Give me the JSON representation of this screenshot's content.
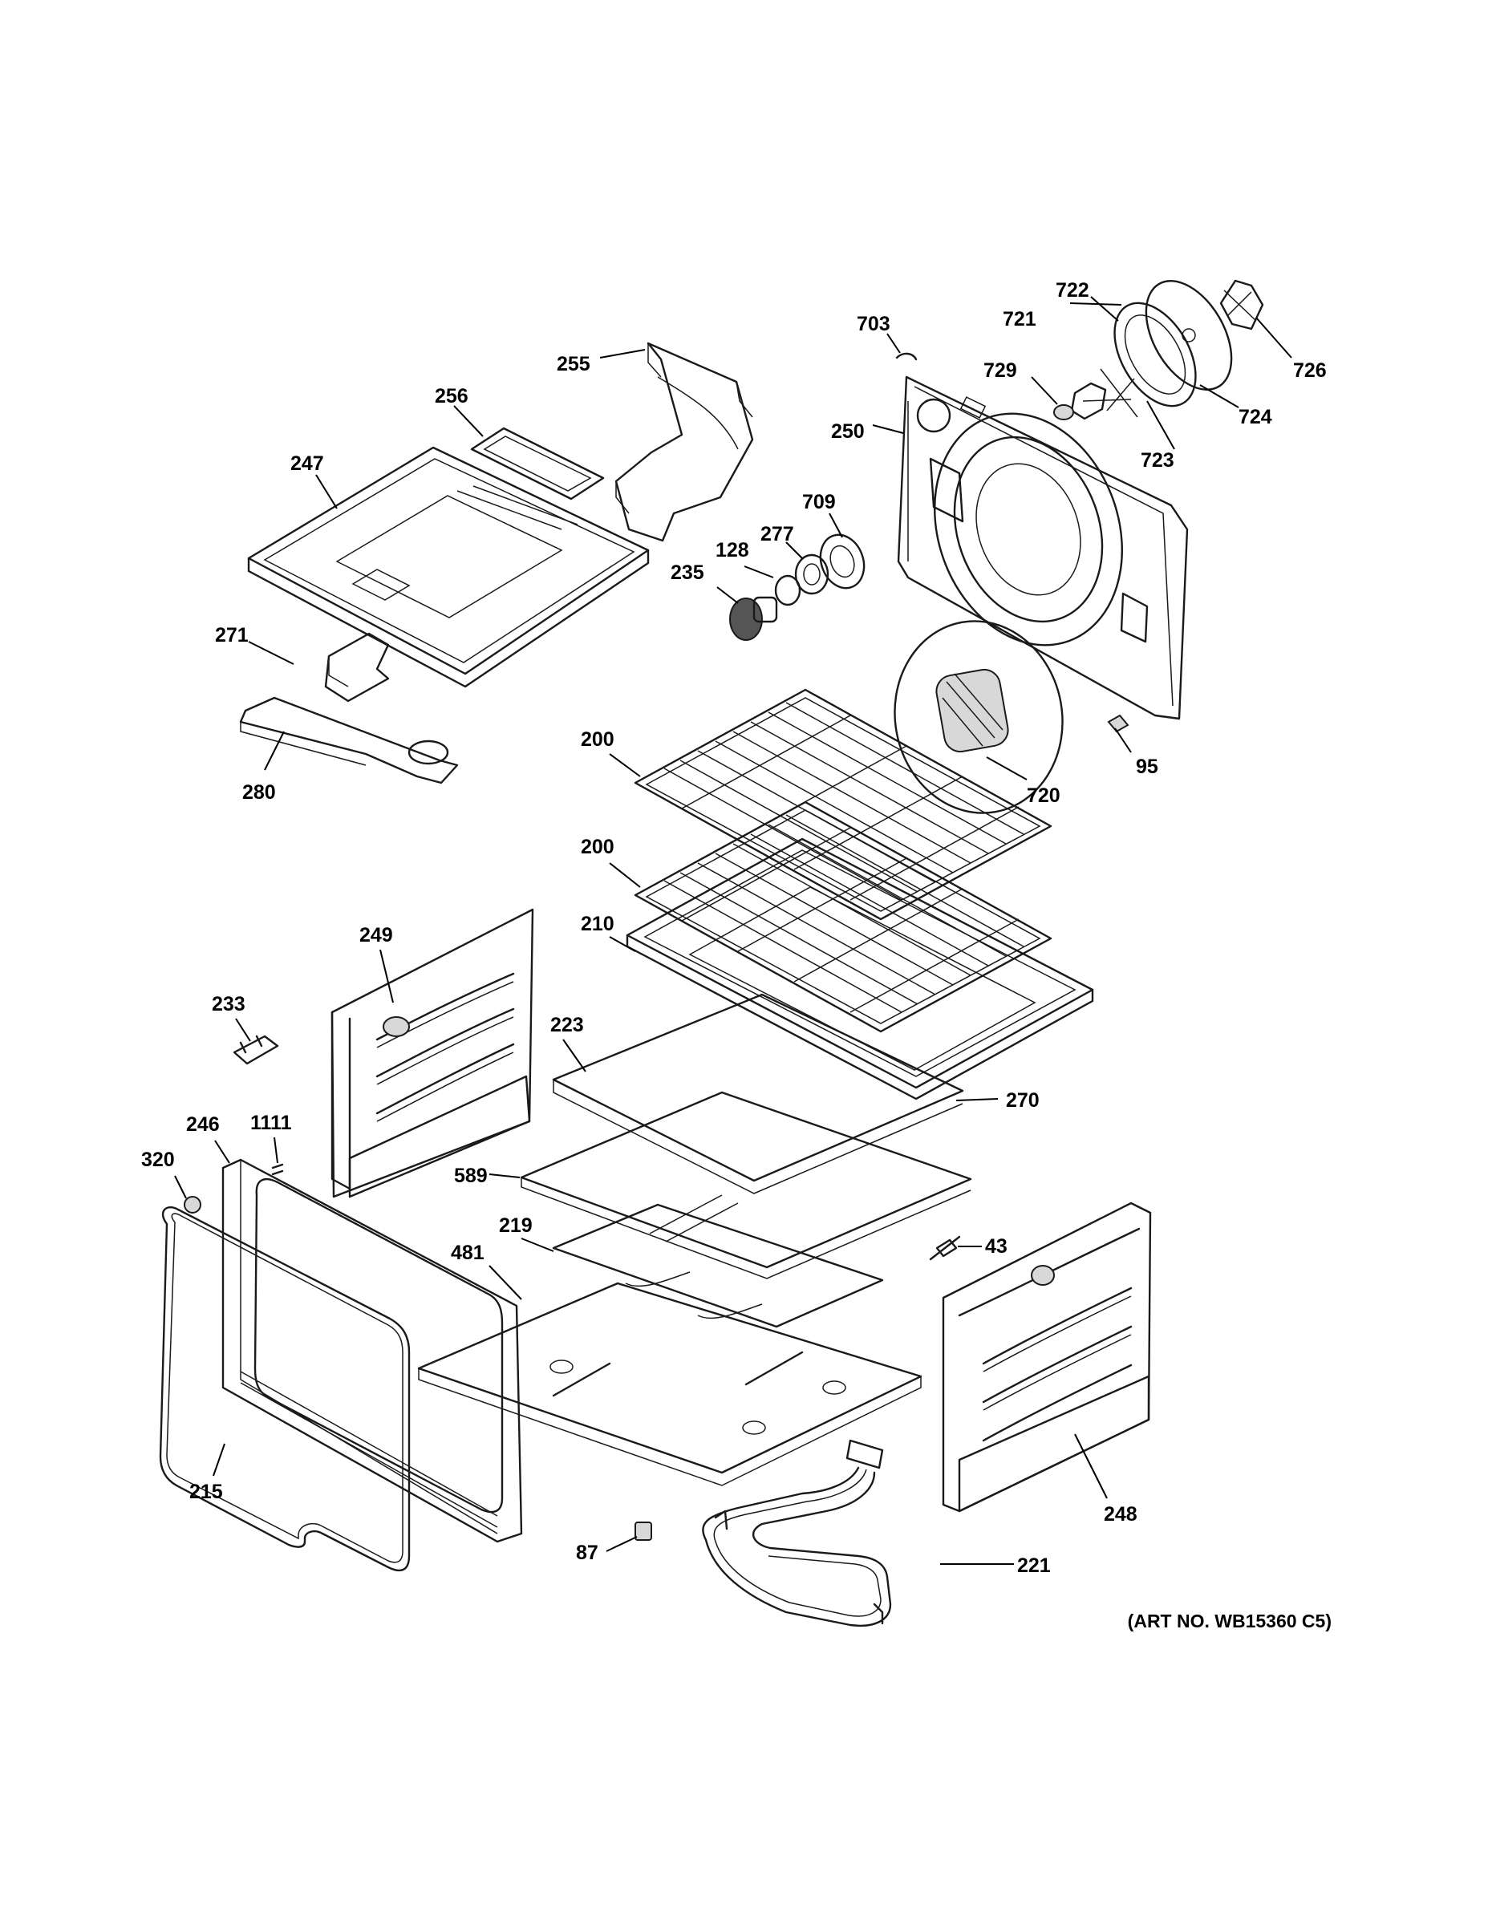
{
  "art_number": "(ART NO. WB15360 C5)",
  "callouts": [
    {
      "id": "703",
      "text": "703"
    },
    {
      "id": "722",
      "text": "722"
    },
    {
      "id": "721",
      "text": "721"
    },
    {
      "id": "726",
      "text": "726"
    },
    {
      "id": "729",
      "text": "729"
    },
    {
      "id": "724",
      "text": "724"
    },
    {
      "id": "723",
      "text": "723"
    },
    {
      "id": "255",
      "text": "255"
    },
    {
      "id": "256",
      "text": "256"
    },
    {
      "id": "247",
      "text": "247"
    },
    {
      "id": "250",
      "text": "250"
    },
    {
      "id": "709",
      "text": "709"
    },
    {
      "id": "277",
      "text": "277"
    },
    {
      "id": "128",
      "text": "128"
    },
    {
      "id": "235",
      "text": "235"
    },
    {
      "id": "271",
      "text": "271"
    },
    {
      "id": "280",
      "text": "280"
    },
    {
      "id": "200a",
      "text": "200"
    },
    {
      "id": "720",
      "text": "720"
    },
    {
      "id": "95",
      "text": "95"
    },
    {
      "id": "200b",
      "text": "200"
    },
    {
      "id": "249",
      "text": "249"
    },
    {
      "id": "210",
      "text": "210"
    },
    {
      "id": "233",
      "text": "233"
    },
    {
      "id": "223",
      "text": "223"
    },
    {
      "id": "270",
      "text": "270"
    },
    {
      "id": "246",
      "text": "246"
    },
    {
      "id": "1111",
      "text": "1111"
    },
    {
      "id": "320",
      "text": "320"
    },
    {
      "id": "589",
      "text": "589"
    },
    {
      "id": "219",
      "text": "219"
    },
    {
      "id": "43",
      "text": "43"
    },
    {
      "id": "481",
      "text": "481"
    },
    {
      "id": "248",
      "text": "248"
    },
    {
      "id": "215",
      "text": "215"
    },
    {
      "id": "87",
      "text": "87"
    },
    {
      "id": "221",
      "text": "221"
    }
  ]
}
